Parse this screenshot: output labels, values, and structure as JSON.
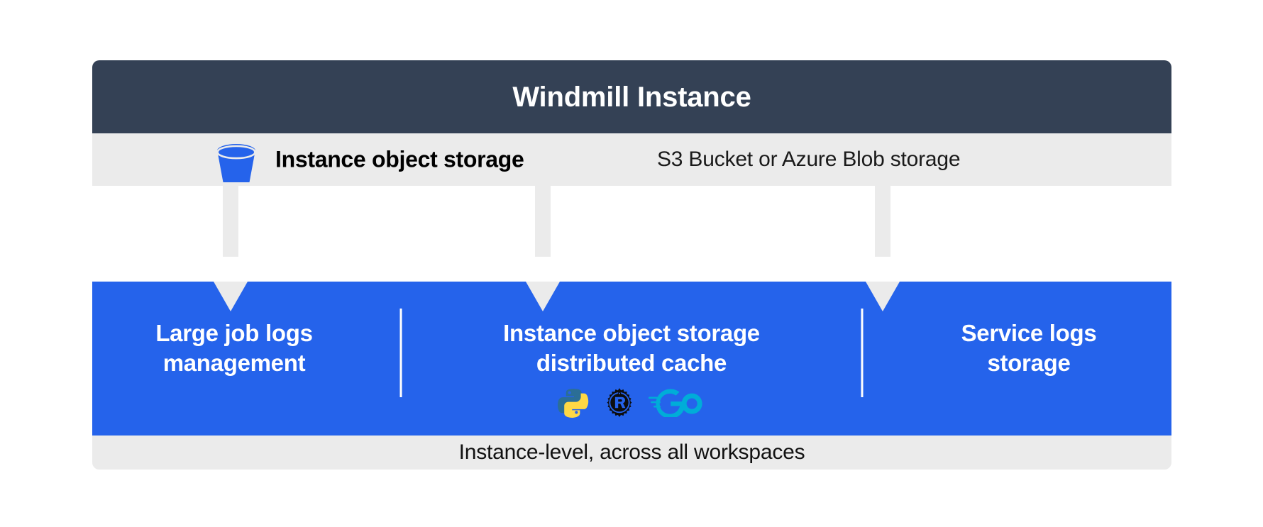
{
  "header": {
    "title": "Windmill Instance",
    "bg_color": "#344155",
    "text_color": "#ffffff"
  },
  "storage_row": {
    "icon": "s3-bucket-icon",
    "label": "Instance object storage",
    "sublabel": "S3 Bucket or Azure Blob storage",
    "bg_color": "#ebebeb"
  },
  "connectors": [
    {
      "name": "arrow-to-large-job-logs",
      "target": "Large job logs management"
    },
    {
      "name": "arrow-to-distributed-cache",
      "target": "Instance object storage distributed cache"
    },
    {
      "name": "arrow-to-service-logs",
      "target": "Service logs storage"
    }
  ],
  "features": {
    "bg_color": "#2563eb",
    "columns": [
      {
        "title": "Large job logs\nmanagement",
        "line1": "Large job logs",
        "line2": "management",
        "languages": []
      },
      {
        "title": "Instance object storage\ndistributed cache",
        "line1": "Instance object storage",
        "line2": "distributed cache",
        "languages": [
          {
            "name": "python-logo-icon",
            "label": "Python",
            "colors": [
              "#306998",
              "#ffd43b"
            ]
          },
          {
            "name": "rust-logo-icon",
            "label": "Rust",
            "colors": [
              "#000000"
            ]
          },
          {
            "name": "go-logo-icon",
            "label": "Go",
            "colors": [
              "#00add8"
            ]
          }
        ]
      },
      {
        "title": "Service logs\nstorage",
        "line1": "Service logs",
        "line2": "storage",
        "languages": []
      }
    ]
  },
  "footer": {
    "text": "Instance-level, across all workspaces",
    "bg_color": "#ebebeb"
  }
}
